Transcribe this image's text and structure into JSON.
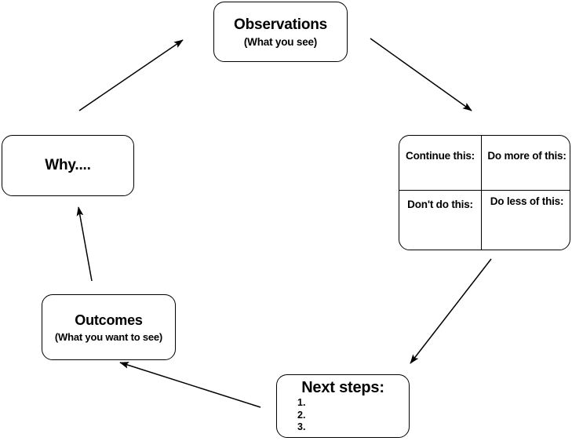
{
  "diagram": {
    "type": "cycle",
    "nodes": {
      "observations": {
        "title": "Observations",
        "subtitle": "(What you see)"
      },
      "quadrant": {
        "cells": [
          {
            "key": "continue-this",
            "label": "Continue this:"
          },
          {
            "key": "do-more-of-this",
            "label": "Do more of this:"
          },
          {
            "key": "dont-do-this",
            "label": "Don't do this:"
          },
          {
            "key": "do-less-of-this",
            "label": "Do less of this:"
          }
        ]
      },
      "next_steps": {
        "title": "Next steps:",
        "items": [
          "1.",
          "2.",
          "3."
        ]
      },
      "outcomes": {
        "title": "Outcomes",
        "subtitle": "(What you want to see)"
      },
      "why": {
        "title": "Why...."
      }
    },
    "colors": {
      "stroke": "#000000",
      "fill": "#ffffff",
      "text": "#000000"
    },
    "arrows": [
      {
        "name": "why-to-observations",
        "from": "why",
        "to": "observations"
      },
      {
        "name": "observations-to-quadrant",
        "from": "observations",
        "to": "quadrant"
      },
      {
        "name": "quadrant-to-next-steps",
        "from": "quadrant",
        "to": "next_steps"
      },
      {
        "name": "next-steps-to-outcomes",
        "from": "next_steps",
        "to": "outcomes"
      },
      {
        "name": "outcomes-to-why",
        "from": "outcomes",
        "to": "why"
      }
    ]
  }
}
